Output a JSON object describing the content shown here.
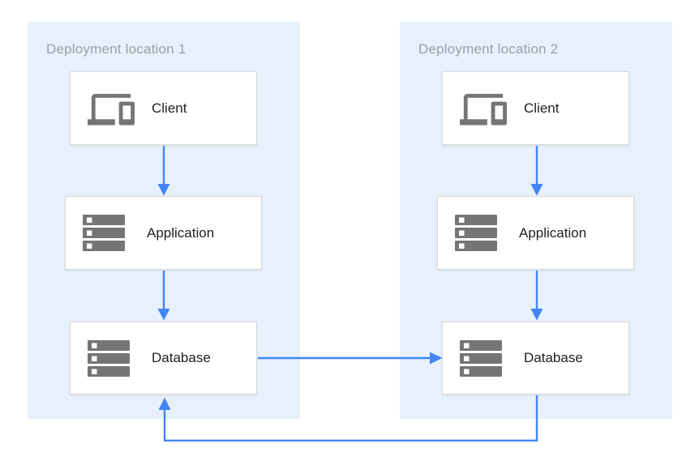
{
  "diagram": {
    "panels": [
      {
        "id": "deployment-location-1",
        "title": "Deployment location 1",
        "nodes": [
          {
            "id": "client-1",
            "label": "Client",
            "icon": "devices-icon"
          },
          {
            "id": "application-1",
            "label": "Application",
            "icon": "server-stack-icon"
          },
          {
            "id": "database-1",
            "label": "Database",
            "icon": "server-stack-icon"
          }
        ]
      },
      {
        "id": "deployment-location-2",
        "title": "Deployment location 2",
        "nodes": [
          {
            "id": "client-2",
            "label": "Client",
            "icon": "devices-icon"
          },
          {
            "id": "application-2",
            "label": "Application",
            "icon": "server-stack-icon"
          },
          {
            "id": "database-2",
            "label": "Database",
            "icon": "server-stack-icon"
          }
        ]
      }
    ],
    "edges": [
      {
        "from": "client-1",
        "to": "application-1",
        "direction": "down"
      },
      {
        "from": "application-1",
        "to": "database-1",
        "direction": "down"
      },
      {
        "from": "client-2",
        "to": "application-2",
        "direction": "down"
      },
      {
        "from": "application-2",
        "to": "database-2",
        "direction": "down"
      },
      {
        "from": "database-1",
        "to": "database-2",
        "direction": "right"
      },
      {
        "from": "database-2",
        "to": "database-1",
        "direction": "loop-bottom"
      }
    ]
  },
  "colors": {
    "panel_bg": "#e8f0fb",
    "arrow_color": "#4285f4",
    "icon_color": "#757575",
    "box_border": "#d9d9d9",
    "title_color": "#9aa0a6",
    "label_color": "#202124"
  }
}
